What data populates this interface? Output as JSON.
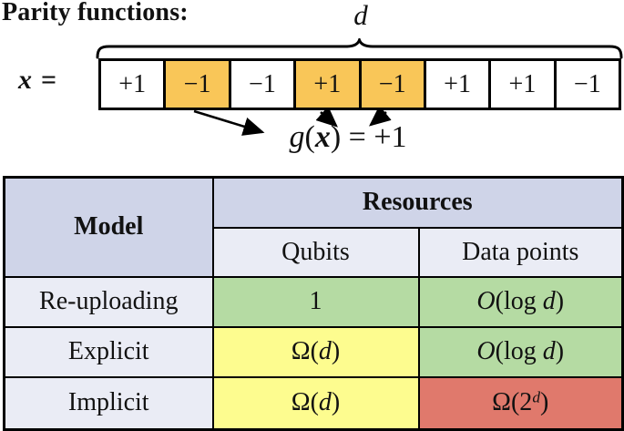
{
  "title": "Parity functions:",
  "vector": {
    "dim_label": "d",
    "x_symbol": "x",
    "equals": "=",
    "cells": [
      {
        "value": "+1",
        "highlighted": false
      },
      {
        "value": "−1",
        "highlighted": true
      },
      {
        "value": "−1",
        "highlighted": false
      },
      {
        "value": "+1",
        "highlighted": true
      },
      {
        "value": "−1",
        "highlighted": true
      },
      {
        "value": "+1",
        "highlighted": false
      },
      {
        "value": "+1",
        "highlighted": false
      },
      {
        "value": "−1",
        "highlighted": false
      }
    ]
  },
  "parity_output": {
    "g": "g",
    "open_paren": "(",
    "x_symbol": "x",
    "close_paren": ")",
    "equals_value": "= +1"
  },
  "table": {
    "model_header": "Model",
    "resources_header": "Resources",
    "qubits_header": "Qubits",
    "data_points_header": "Data points",
    "rows": [
      {
        "model": "Re-uploading",
        "qubits": {
          "color": "cell_green",
          "parts": [
            {
              "t": "1",
              "s": "up"
            }
          ]
        },
        "data_points": {
          "color": "cell_green",
          "parts": [
            {
              "t": "O",
              "s": "scr"
            },
            {
              "t": "(log ",
              "s": "up"
            },
            {
              "t": "d",
              "s": "it"
            },
            {
              "t": ")",
              "s": "up"
            }
          ]
        }
      },
      {
        "model": "Explicit",
        "qubits": {
          "color": "cell_yellow",
          "parts": [
            {
              "t": "Ω(",
              "s": "up"
            },
            {
              "t": "d",
              "s": "it"
            },
            {
              "t": ")",
              "s": "up"
            }
          ]
        },
        "data_points": {
          "color": "cell_green",
          "parts": [
            {
              "t": "O",
              "s": "scr"
            },
            {
              "t": "(log ",
              "s": "up"
            },
            {
              "t": "d",
              "s": "it"
            },
            {
              "t": ")",
              "s": "up"
            }
          ]
        }
      },
      {
        "model": "Implicit",
        "qubits": {
          "color": "cell_yellow",
          "parts": [
            {
              "t": "Ω(",
              "s": "up"
            },
            {
              "t": "d",
              "s": "it"
            },
            {
              "t": ")",
              "s": "up"
            }
          ]
        },
        "data_points": {
          "color": "cell_red",
          "parts": [
            {
              "t": "Ω(2",
              "s": "up"
            },
            {
              "t": "d",
              "s": "sup"
            },
            {
              "t": ")",
              "s": "up"
            }
          ]
        }
      }
    ]
  },
  "colors": {
    "highlight_orange": "#F9C658",
    "cell_green": "#B5DBA3",
    "cell_yellow": "#FDFC8F",
    "cell_red": "#E0796C",
    "header_dark": "#CFD4E8",
    "header_light": "#EAECF5",
    "line_black": "#000000"
  }
}
